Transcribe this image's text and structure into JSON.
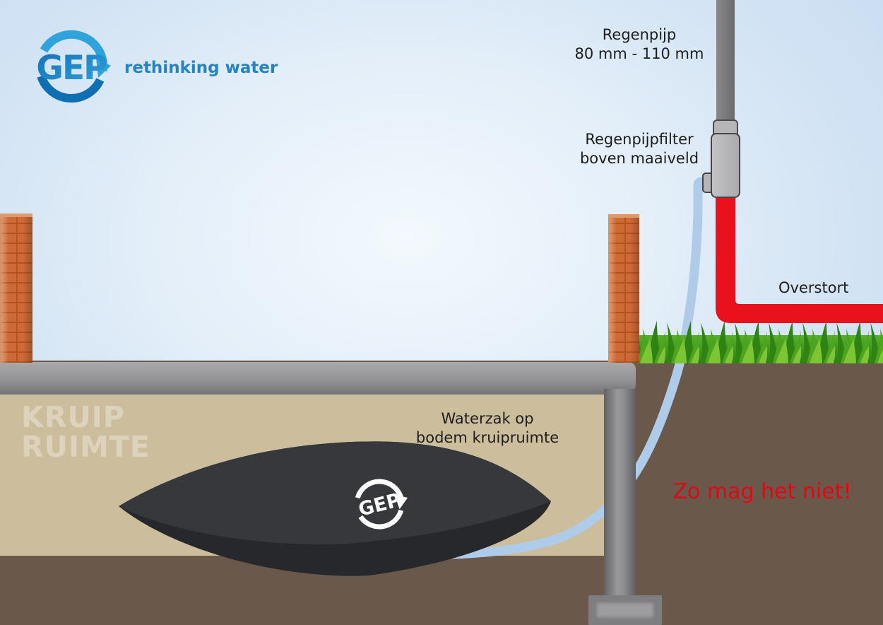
{
  "brand": {
    "name": "GEP",
    "tagline": "rethinking water"
  },
  "callouts": {
    "rain_pipe": {
      "line1": "Regenpijp",
      "line2": "80 mm - 110 mm"
    },
    "filter": {
      "line1": "Regenpijpfilter",
      "line2": "boven maaiveld"
    },
    "overflow": {
      "label": "Overstort"
    },
    "crawl_space": {
      "line1": "KRUIP",
      "line2": "RUIMTE"
    },
    "water_bag": {
      "line1": "Waterzak op",
      "line2": "bodem kruipruimte"
    },
    "warning": {
      "label": "Zo mag het niet!"
    },
    "bag_logo": {
      "text": "GEP"
    }
  },
  "colors": {
    "sky": "#d8e7f6",
    "soil": "#6a594b",
    "crawl_space": "#ccbd9d",
    "concrete": "#8e8e91",
    "brick": "#cd6a38",
    "grass": "#4da41d",
    "overflow_pipe_red": "#e8111c",
    "water_pipe_blue": "#aecbe9",
    "water_bag_dark": "#303235",
    "brand_blue": "#1b79bc",
    "warning_red": "#e30613"
  }
}
